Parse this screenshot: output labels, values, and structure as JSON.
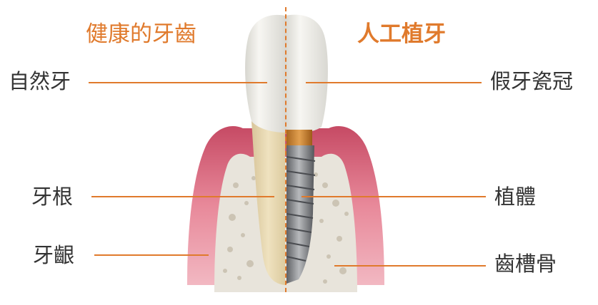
{
  "titles": {
    "left": "健康的牙齒",
    "right": "人工植牙"
  },
  "labels": {
    "natural_tooth": "自然牙",
    "root": "牙根",
    "gum": "牙齦",
    "crown": "假牙瓷冠",
    "implant_body": "植體",
    "alveolar_bone": "齒槽骨"
  },
  "colors": {
    "accent": "#e07a2c",
    "text": "#333333",
    "gum": "#e07284",
    "bone": "#e9e6df",
    "root": "#ecdcb2",
    "crown": "#f2f1ec",
    "implant": "#8d8f93"
  }
}
